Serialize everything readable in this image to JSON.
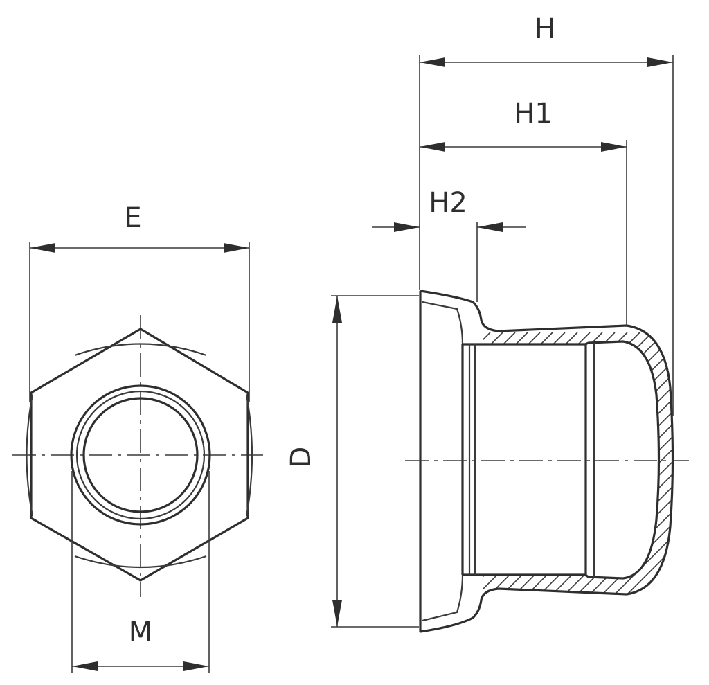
{
  "labels": {
    "E": "E",
    "M": "M",
    "D": "D",
    "H": "H",
    "H1": "H1",
    "H2": "H2"
  },
  "colors": {
    "line": "#2e2e2e",
    "background": "#ffffff"
  }
}
